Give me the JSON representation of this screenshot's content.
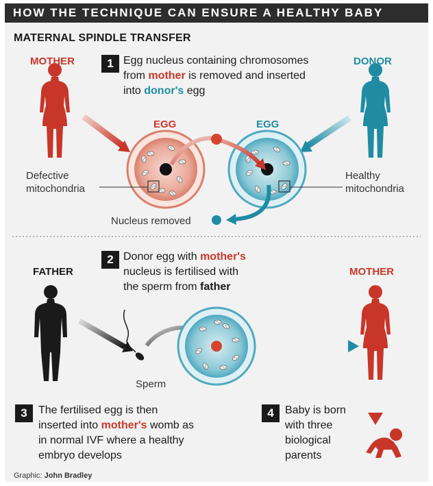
{
  "banner_title": "HOW THE TECHNIQUE CAN ENSURE A HEALTHY BABY",
  "section_title": "MATERNAL SPINDLE TRANSFER",
  "labels": {
    "mother_top": "MOTHER",
    "donor": "DONOR",
    "egg_left": "EGG",
    "egg_right": "EGG",
    "father": "FATHER",
    "mother_bottom": "MOTHER",
    "defective_line1": "Defective",
    "defective_line2": "mitochondria",
    "healthy_line1": "Healthy",
    "healthy_line2": "mitochondria",
    "nucleus_removed": "Nucleus removed",
    "sperm": "Sperm"
  },
  "step1": {
    "number": "1",
    "line1": "Egg nucleus containing chromosomes",
    "line2_a": "from ",
    "line2_b": "mother",
    "line2_c": " is removed and inserted",
    "line3_a": "into ",
    "line3_b": "donor's",
    "line3_c": " egg"
  },
  "step2": {
    "number": "2",
    "line1_a": "Donor egg with ",
    "line1_b": "mother's",
    "line2": "nucleus is fertilised with",
    "line3_a": "the sperm from ",
    "line3_b": "father"
  },
  "step3": {
    "number": "3",
    "line1": "The fertilised egg is then",
    "line2_a": "inserted into ",
    "line2_b": "mother's",
    "line2_c": " womb as",
    "line3": "in normal IVF where a healthy",
    "line4": "embryo develops"
  },
  "step4": {
    "number": "4",
    "line1": "Baby is born",
    "line2": "with three",
    "line3": "biological",
    "line4": "parents"
  },
  "credit": {
    "prefix": "Graphic: ",
    "author": "John Bradley"
  },
  "colors": {
    "mother_red": "#c8362a",
    "donor_teal": "#1f8ca3",
    "father_black": "#1a1a1a",
    "banner_bg": "#2d2d2d",
    "panel_bg": "#f2f2f2"
  }
}
